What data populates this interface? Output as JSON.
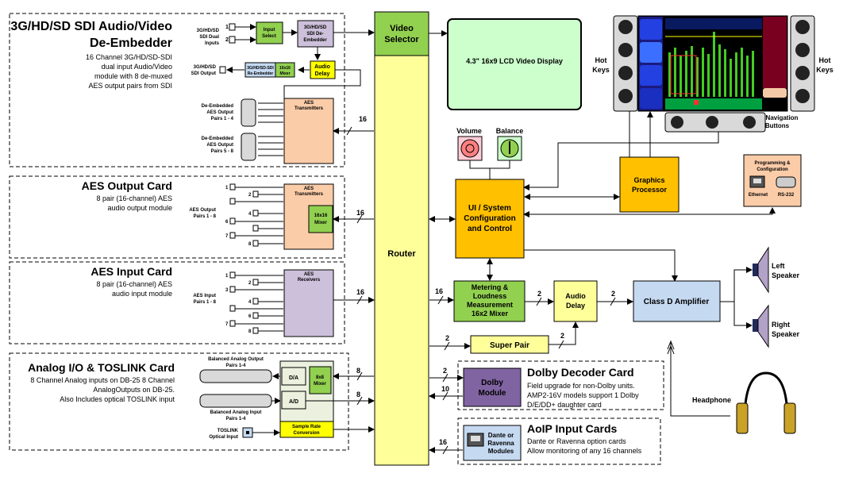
{
  "sdi_card": {
    "title_line1": "3G/HD/SD SDI Audio/Video",
    "title_line2": "De-Embedder",
    "desc": [
      "16 Channel 3G/HD/SD-SDI",
      "dual input Audio/Video",
      "module with 8 de-muxed",
      "AES output pairs from SDI"
    ],
    "inputs_label": [
      "3G/HD/SD",
      "SDI Dual",
      "Inputs"
    ],
    "input_select": [
      "Input",
      "Select"
    ],
    "deembedder": [
      "3G/HD/SD",
      "SDI De-",
      "Embedder"
    ],
    "output_label": [
      "3G/HD/SD",
      "SDI Output"
    ],
    "reembedder": [
      "3G/HD/SD-SDI",
      "Re-Embedder"
    ],
    "mixer16": [
      "16x16",
      "Mixer"
    ],
    "audio_delay": [
      "Audio",
      "Delay"
    ],
    "aes_tx": [
      "AES",
      "Transmitters"
    ],
    "deemb_out1": [
      "De-Embedded",
      "AES Output",
      "Pairs 1 - 4"
    ],
    "deemb_out2": [
      "De-Embedded",
      "AES Output",
      "Pairs 5 - 8"
    ],
    "bus16": "16"
  },
  "aes_out_card": {
    "title": "AES Output Card",
    "desc": [
      "8 pair (16-channel) AES",
      "audio output module"
    ],
    "output_label": [
      "AES Output",
      "Pairs 1 - 8"
    ],
    "tx": [
      "AES",
      "Transmitters"
    ],
    "mixer": [
      "16x16",
      "Mixer"
    ],
    "bus": "16",
    "port_nums": [
      "1",
      "2",
      "4",
      "6",
      "7",
      "8"
    ]
  },
  "aes_in_card": {
    "title": "AES Input Card",
    "desc": [
      "8 pair (16-channel) AES",
      "audio input module"
    ],
    "input_label": [
      "AES Input",
      "Pairs 1 - 8"
    ],
    "rx": [
      "AES",
      "Receivers"
    ],
    "bus": "16",
    "port_nums": [
      "1",
      "2",
      "3",
      "4",
      "6",
      "7",
      "8"
    ]
  },
  "analog_card": {
    "title": "Analog I/O & TOSLINK Card",
    "desc": [
      "8 Channel Analog inputs on DB-25 8 Channel",
      "AnalogOutputs on DB-25.",
      "Also Includes optical TOSLINK input"
    ],
    "bal_out": [
      "Balanced Analog Output",
      "Pairs 1-4"
    ],
    "bal_in": [
      "Balanced Analog Input",
      "Pairs 1-4"
    ],
    "da": "D/A",
    "ad": "A/D",
    "mixer": [
      "8x8",
      "Mixer"
    ],
    "src": [
      "Sample Rate",
      "Conversion"
    ],
    "toslink": [
      "TOSLINK",
      "Optical Input"
    ],
    "bus_a": "8",
    "bus_b": "8"
  },
  "video_selector": [
    "Video",
    "Selector"
  ],
  "router": "Router",
  "lcd": "4.3\" 16x9 LCD Video Display",
  "hot_keys_left": [
    "Hot",
    "Keys"
  ],
  "hot_keys_right": [
    "Hot",
    "Keys"
  ],
  "nav_buttons": [
    "Navigation",
    "Buttons"
  ],
  "volume": "Volume",
  "balance": "Balance",
  "graphics": [
    "Graphics",
    "Processor"
  ],
  "ui_config": [
    "UI / System",
    "Configuration",
    "and Control"
  ],
  "programming": [
    "Programming &",
    "Configuration"
  ],
  "ethernet": "Ethernet",
  "rs232": "RS-232",
  "metering": [
    "Metering &",
    "Loudness",
    "Measurement",
    "16x2 Mixer"
  ],
  "audio_delay_main": [
    "Audio",
    "Delay"
  ],
  "class_d": "Class D Amplifier",
  "left_speaker": [
    "Left",
    "Speaker"
  ],
  "right_speaker": [
    "Right",
    "Speaker"
  ],
  "super_pair": "Super Pair",
  "headphone": "Headphone",
  "bus_labels": {
    "router_metering": "16",
    "metering_delay": "2",
    "delay_amp": "2",
    "router_super": "2",
    "super_delay": "2",
    "router_dolby": "2",
    "dolby_router": "10",
    "aoip_router": "16"
  },
  "dolby_card": {
    "title": "Dolby Decoder Card",
    "module": [
      "Dolby",
      "Module"
    ],
    "desc": [
      "Field upgrade for non-Dolby units.",
      "AMP2-16V models support 1 Dolby",
      "D/E/DD+ daughter card"
    ]
  },
  "aoip_card": {
    "title": "AoIP Input Cards",
    "module": [
      "Dante or",
      "Ravenna",
      "Modules"
    ],
    "desc": [
      "Dante or Ravenna option cards",
      "Allow monitoring of any 16 channels"
    ]
  },
  "colors": {
    "green": "#92d050",
    "yellow": "#ffff99",
    "orange": "#ffc000",
    "peach": "#fbcca8",
    "blue": "#c5d9f1",
    "purple": "#ccc0da",
    "dolby": "#8064a2",
    "lcd": "#ccffcc"
  }
}
